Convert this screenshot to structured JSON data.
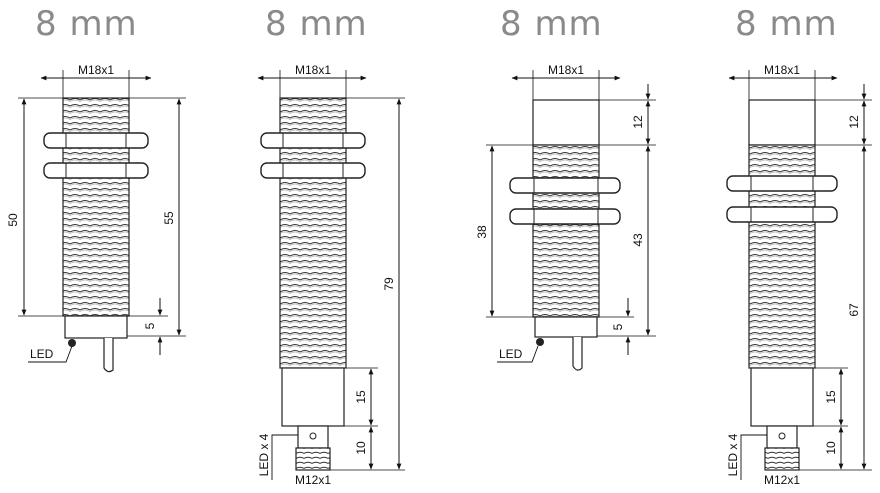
{
  "sensors": [
    {
      "title": "8 mm",
      "thread": "M18x1",
      "dim_left": "50",
      "dim_right": "55",
      "dim_small": "5",
      "led": "LED"
    },
    {
      "title": "8 mm",
      "thread": "M18x1",
      "dim_total": "79",
      "dim_body": "15",
      "dim_conn": "10",
      "led": "LED x 4",
      "connector": "M12x1"
    },
    {
      "title": "8 mm",
      "thread": "M18x1",
      "dim_top": "12",
      "dim_left": "38",
      "dim_right": "43",
      "dim_small": "5",
      "led": "LED"
    },
    {
      "title": "8 mm",
      "thread": "M18x1",
      "dim_top": "12",
      "dim_total": "67",
      "dim_body": "15",
      "dim_conn": "10",
      "led": "LED x 4",
      "connector": "M12x1"
    }
  ]
}
